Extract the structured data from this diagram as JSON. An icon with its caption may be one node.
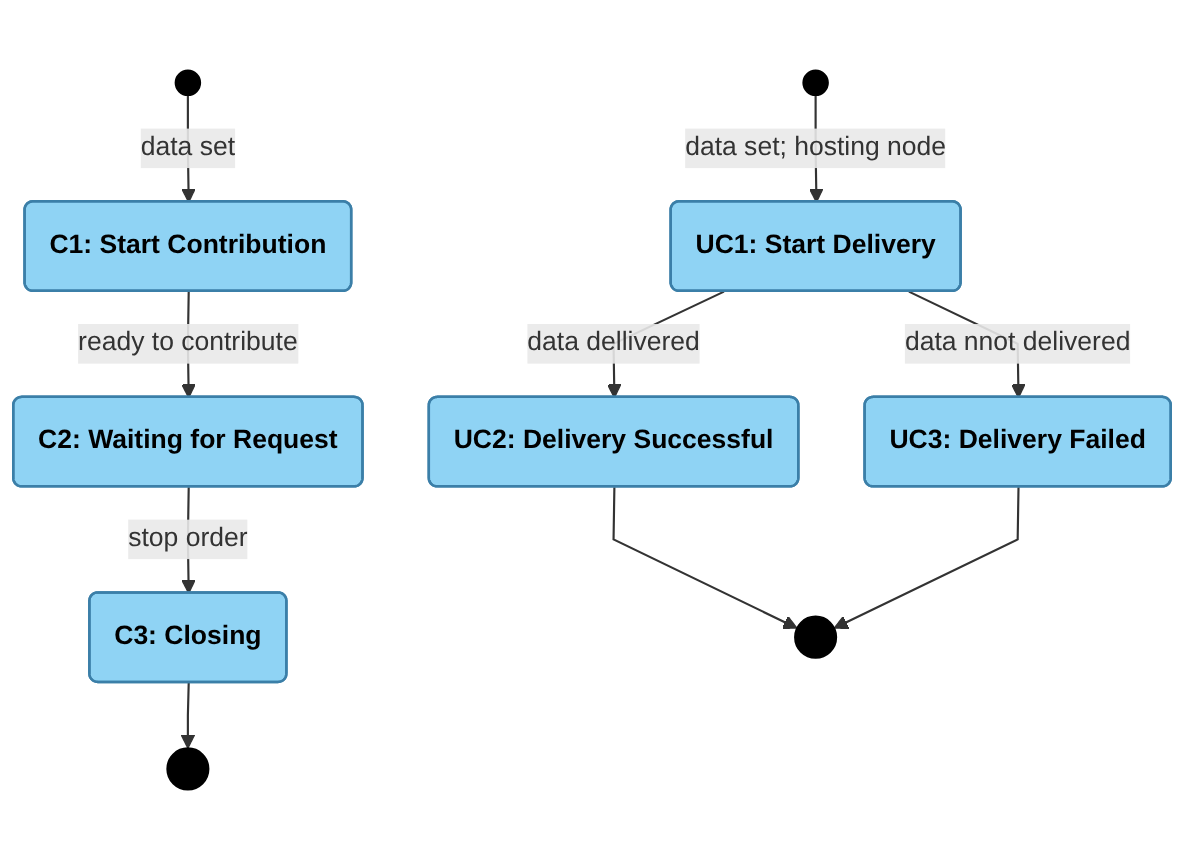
{
  "diagram": {
    "nodes": [
      {
        "text": [],
        "shape": "circle"
      },
      {
        "text": [
          "C1: Start Contribution"
        ]
      },
      {
        "text": [
          "C2: Waiting for Request"
        ]
      },
      {
        "text": [
          "C3: Closing"
        ]
      },
      {
        "text": [],
        "shape": "circle"
      },
      {
        "text": [],
        "shape": "circle"
      },
      {
        "text": [
          "UC1: Start Delivery"
        ]
      },
      {
        "text": [
          "UC2: Delivery Successful"
        ]
      },
      {
        "text": [
          "UC3: Delivery Failed"
        ]
      },
      {
        "text": [],
        "shape": "circle"
      }
    ],
    "edges": [
      {
        "from": 0,
        "to": 1,
        "arrow": "to",
        "label": "data set"
      },
      {
        "from": 1,
        "to": 2,
        "arrow": "to",
        "label": "ready to contribute"
      },
      {
        "from": 2,
        "to": 3,
        "arrow": "to",
        "label": "stop order"
      },
      {
        "from": 3,
        "to": 4,
        "arrow": "to"
      },
      {
        "from": 5,
        "to": 6,
        "arrow": "to",
        "label": "data set; hosting node"
      },
      {
        "from": 6,
        "to": 7,
        "arrow": "to",
        "label": "data dellivered"
      },
      {
        "from": 6,
        "to": 8,
        "arrow": "to",
        "label": "data nnot delivered"
      },
      {
        "from": 7,
        "to": 9,
        "arrow": "to"
      },
      {
        "from": 8,
        "to": 9,
        "arrow": "to"
      }
    ]
  }
}
